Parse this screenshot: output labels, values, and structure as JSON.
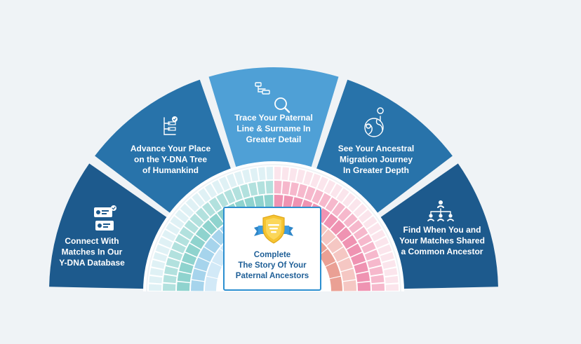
{
  "segments": [
    {
      "id": "connect",
      "lines": [
        "Connect With",
        "Matches In Our",
        "Y-DNA Database"
      ],
      "color": "#1d5a8d",
      "icon": "user-cards-icon"
    },
    {
      "id": "advance",
      "lines": [
        "Advance Your Place",
        "on the Y-DNA Tree",
        "of Humankind"
      ],
      "color": "#2873aa",
      "icon": "tree-list-icon"
    },
    {
      "id": "trace",
      "lines": [
        "Trace Your Paternal",
        "Line & Surname In",
        "Greater Detail"
      ],
      "color": "#4fa0d6",
      "icon": "magnify-tree-icon"
    },
    {
      "id": "migration",
      "lines": [
        "See Your Ancestral",
        "Migration Journey",
        "In Greater Depth"
      ],
      "color": "#2873aa",
      "icon": "globe-pins-icon"
    },
    {
      "id": "common",
      "lines": [
        "Find When You and",
        "Your Matches Shared",
        "a Common Ancestor"
      ],
      "color": "#1d5a8d",
      "icon": "family-tree-icon"
    }
  ],
  "center": {
    "lines": [
      "Complete",
      "The Story Of Your",
      "Paternal Ancestors"
    ],
    "icon": "shield-badge-icon"
  },
  "colors": {
    "background": "#eff3f6",
    "text_dark_blue": "#1f5f97",
    "fan_left": [
      "#dff1f5",
      "#b2e1de",
      "#8fd3ce",
      "#a6d4ec",
      "#d2e9f7"
    ],
    "fan_right": [
      "#fbe5ec",
      "#f6b8cc",
      "#ef93b2",
      "#f5c7c3",
      "#eaa094"
    ]
  }
}
